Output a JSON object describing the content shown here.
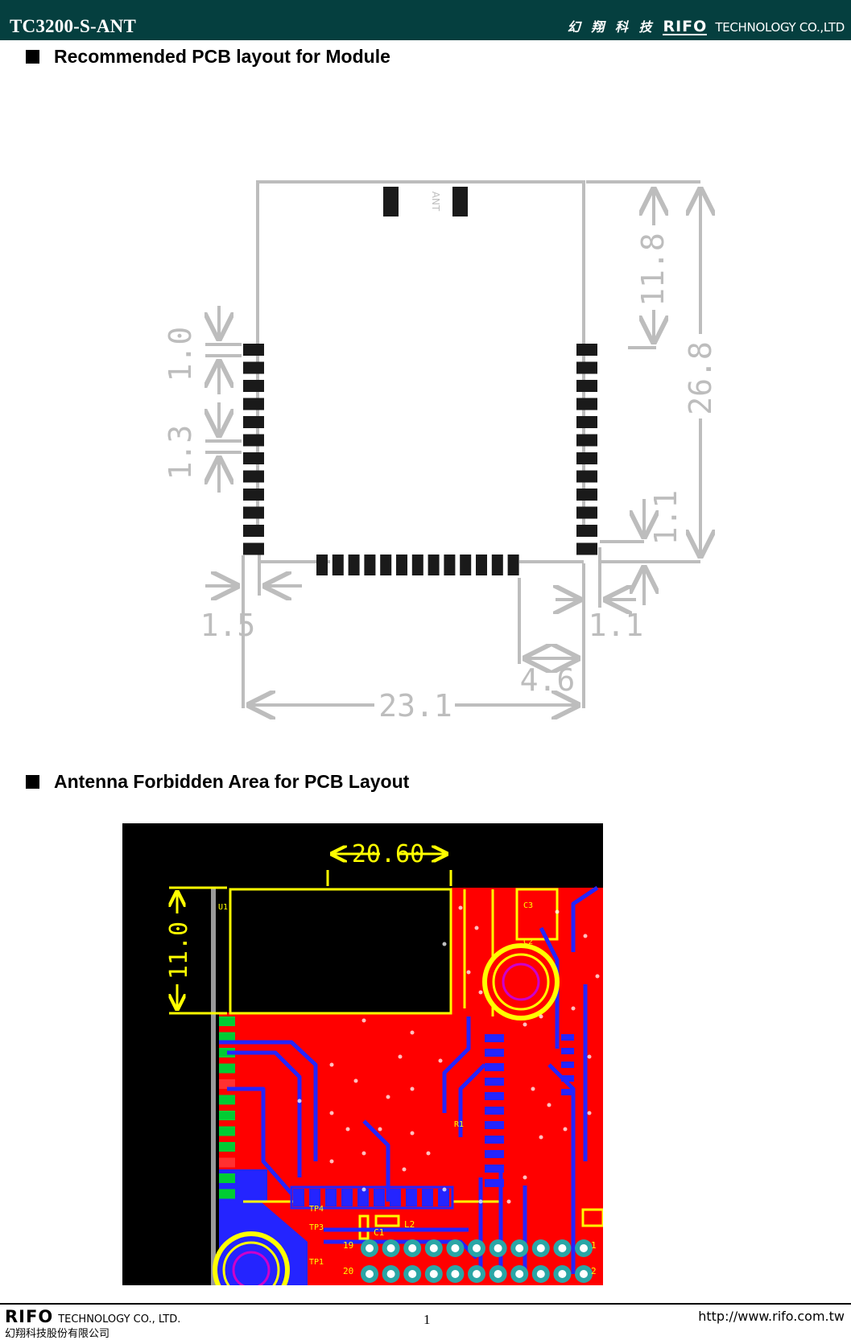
{
  "header": {
    "doc_title": "TC3200-S-ANT",
    "company_cn": "幻 翔 科 技",
    "brand": "RIFO",
    "company_en": "TECHNOLOGY CO.,LTD"
  },
  "sections": {
    "pcb": {
      "heading": "Recommended PCB layout for Module",
      "figure": {
        "ant_label": "ANT",
        "dims": {
          "d11_8": "11.8",
          "d26_8": "26.8",
          "d1_0": "1.0",
          "d1_3": "1.3",
          "d1_1_right": "1.1",
          "d1_5": "1.5",
          "d1_1_bottom": "1.1",
          "d4_6": "4.6",
          "d23_1": "23.1"
        },
        "colors": {
          "dim_gray": "#bdbdbd",
          "pad": "#1a1a1a"
        }
      }
    },
    "antenna": {
      "heading": "Antenna Forbidden Area for PCB Layout",
      "figure": {
        "dim_width": "20.60",
        "dim_height": "11.0",
        "labels": {
          "u1": "U1",
          "c1": "C1",
          "c2": "C2",
          "c3": "C3",
          "l2": "L2",
          "r1": "R1",
          "tp_a": "TP4",
          "tp_b": "TP3",
          "tp_c": "TP1",
          "pin19": "19",
          "pin20": "20",
          "pin1": "1",
          "pin2": "2"
        },
        "colors": {
          "bg": "#000000",
          "copper": "#ff0000",
          "trace": "#2424ff",
          "silk": "#ffff00",
          "pad": "#00cc33",
          "via": "#2aa6a6"
        }
      }
    }
  },
  "footer": {
    "brand": "RIFO",
    "company_en": "TECHNOLOGY CO., LTD.",
    "company_cn": "幻翔科技股份有限公司",
    "page": "1",
    "url": "http://www.rifo.com.tw"
  }
}
